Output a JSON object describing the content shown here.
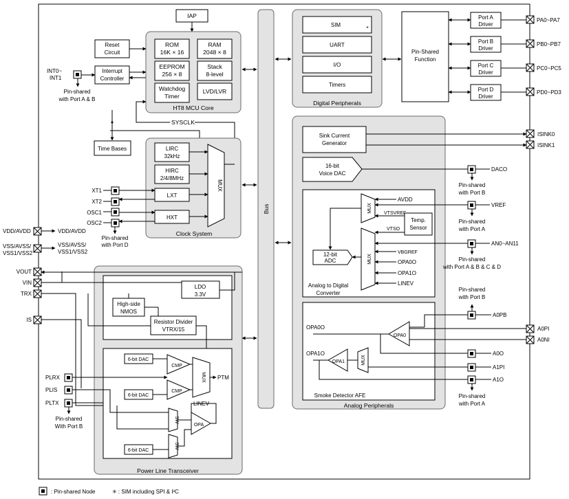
{
  "mcu_core": {
    "title": "HT8 MCU Core",
    "iap": "IAP",
    "rom": [
      "ROM",
      "16K × 16"
    ],
    "ram": [
      "RAM",
      "2048 × 8"
    ],
    "eeprom": [
      "EEPROM",
      "256 × 8"
    ],
    "stack": [
      "Stack",
      "8-level"
    ],
    "watchdog": [
      "Watchdog",
      "Timer"
    ],
    "lvd": "LVD/LVR",
    "reset": [
      "Reset",
      "Circuit"
    ],
    "interrupt": [
      "Interrupt",
      "Controller"
    ],
    "int_pins": [
      "INT0~",
      "INT1"
    ],
    "int_note": [
      "Pin-shared",
      "with Port A & B"
    ]
  },
  "sysclk": "SYSCLK",
  "time_bases": "Time Bases",
  "clock_system": {
    "title": "Clock System",
    "lirc": [
      "LIRC",
      "32kHz"
    ],
    "hirc": [
      "HIRC",
      "2/4/8MHz"
    ],
    "lxt": "LXT",
    "hxt": "HXT",
    "mux": "MUX",
    "pins": [
      "XT1",
      "XT2",
      "OSC1",
      "OSC2"
    ],
    "note": [
      "Pin-shared",
      "with Port D"
    ]
  },
  "bus": "Bus",
  "digital": {
    "title": "Digital Peripherals",
    "items": [
      "SIM",
      "UART",
      "I/O",
      "Timers"
    ],
    "sim_mark": "*",
    "pin_shared": [
      "Pin-Shared",
      "Function"
    ],
    "drivers": [
      {
        "label": [
          "Port A",
          "Driver"
        ],
        "pin": "PA0~PA7"
      },
      {
        "label": [
          "Port B",
          "Driver"
        ],
        "pin": "PB0~PB7"
      },
      {
        "label": [
          "Port C",
          "Driver"
        ],
        "pin": "PC0~PC5"
      },
      {
        "label": [
          "Port D",
          "Driver"
        ],
        "pin": "PD0~PD3"
      }
    ]
  },
  "power": {
    "vdd_pin": "VDD/AVDD",
    "vdd_label": "VDD/AVDD",
    "vss_pin": [
      "VSS/AVSS/",
      "VSS1/VSS2"
    ],
    "vss_label": [
      "VSS/AVSS/",
      "VSS1/VSS2"
    ]
  },
  "analog": {
    "title": "Analog Peripherals",
    "sink": [
      "Sink Current",
      "Generator"
    ],
    "isink": [
      "ISINK0",
      "ISINK1"
    ],
    "dac": [
      "16-bit",
      "Voice DAC"
    ],
    "daco": "DACO",
    "daco_note": [
      "Pin-shared",
      "with Port  B"
    ],
    "vref": "VREF",
    "vref_note": [
      "Pin-shared",
      "with Port A"
    ],
    "adc_title": [
      "Analog to Digital",
      "Converter"
    ],
    "adc": [
      "12-bit",
      "ADC"
    ],
    "mux": "MUX",
    "avdd_in": "AVDD",
    "vtsvref": "VTSVREF",
    "vtso": "VTSO",
    "temp": [
      "Temp.",
      "Sensor"
    ],
    "vbgref": "VBGREF",
    "opa0o": "OPA0O",
    "opa1o": "OPA1O",
    "linev": "LINEV",
    "an": "AN0~AN11",
    "an_note": [
      "Pin-shared",
      "with Port A & B & C & D"
    ],
    "smoke_title": "Smoke Detector AFE",
    "smoke_opa0o": "OPA0O",
    "smoke_opa1o": "OPA1O",
    "opa0": "OPA0",
    "opa1": "OPA1",
    "a0pb": "A0PB",
    "a0pb_note": [
      "Pin-shared",
      "with Port B"
    ],
    "a0pi": "A0PI",
    "a0ni": "A0NI",
    "a0o": "A0O",
    "a1pi": "A1PI",
    "a1o": "A1O",
    "a1o_note": [
      "Pin-shared",
      "with Port A"
    ]
  },
  "plt": {
    "title": "Power Line Transceiver",
    "ldo": [
      "LDO",
      "3.3V"
    ],
    "nmos": [
      "High-side",
      "NMOS"
    ],
    "divider": [
      "Resistor Divider",
      "VTRX/15"
    ],
    "dac": "6-bit DAC",
    "cmp": "CMP",
    "mux": "MUX",
    "ptm": "PTM",
    "linev": "LINEV",
    "sw": "SW",
    "opa": "OPA",
    "pins_left": [
      "VOUT",
      "VIN",
      "TRX",
      "IS"
    ],
    "pl_pins": [
      "PLRX",
      "PLIS",
      "PLTX"
    ],
    "pl_note": [
      "Pin-shared",
      "With Port B"
    ]
  },
  "legend": {
    "node": ": Pin-shared Node",
    "sim": "✳ : SIM including SPI & I²C"
  }
}
